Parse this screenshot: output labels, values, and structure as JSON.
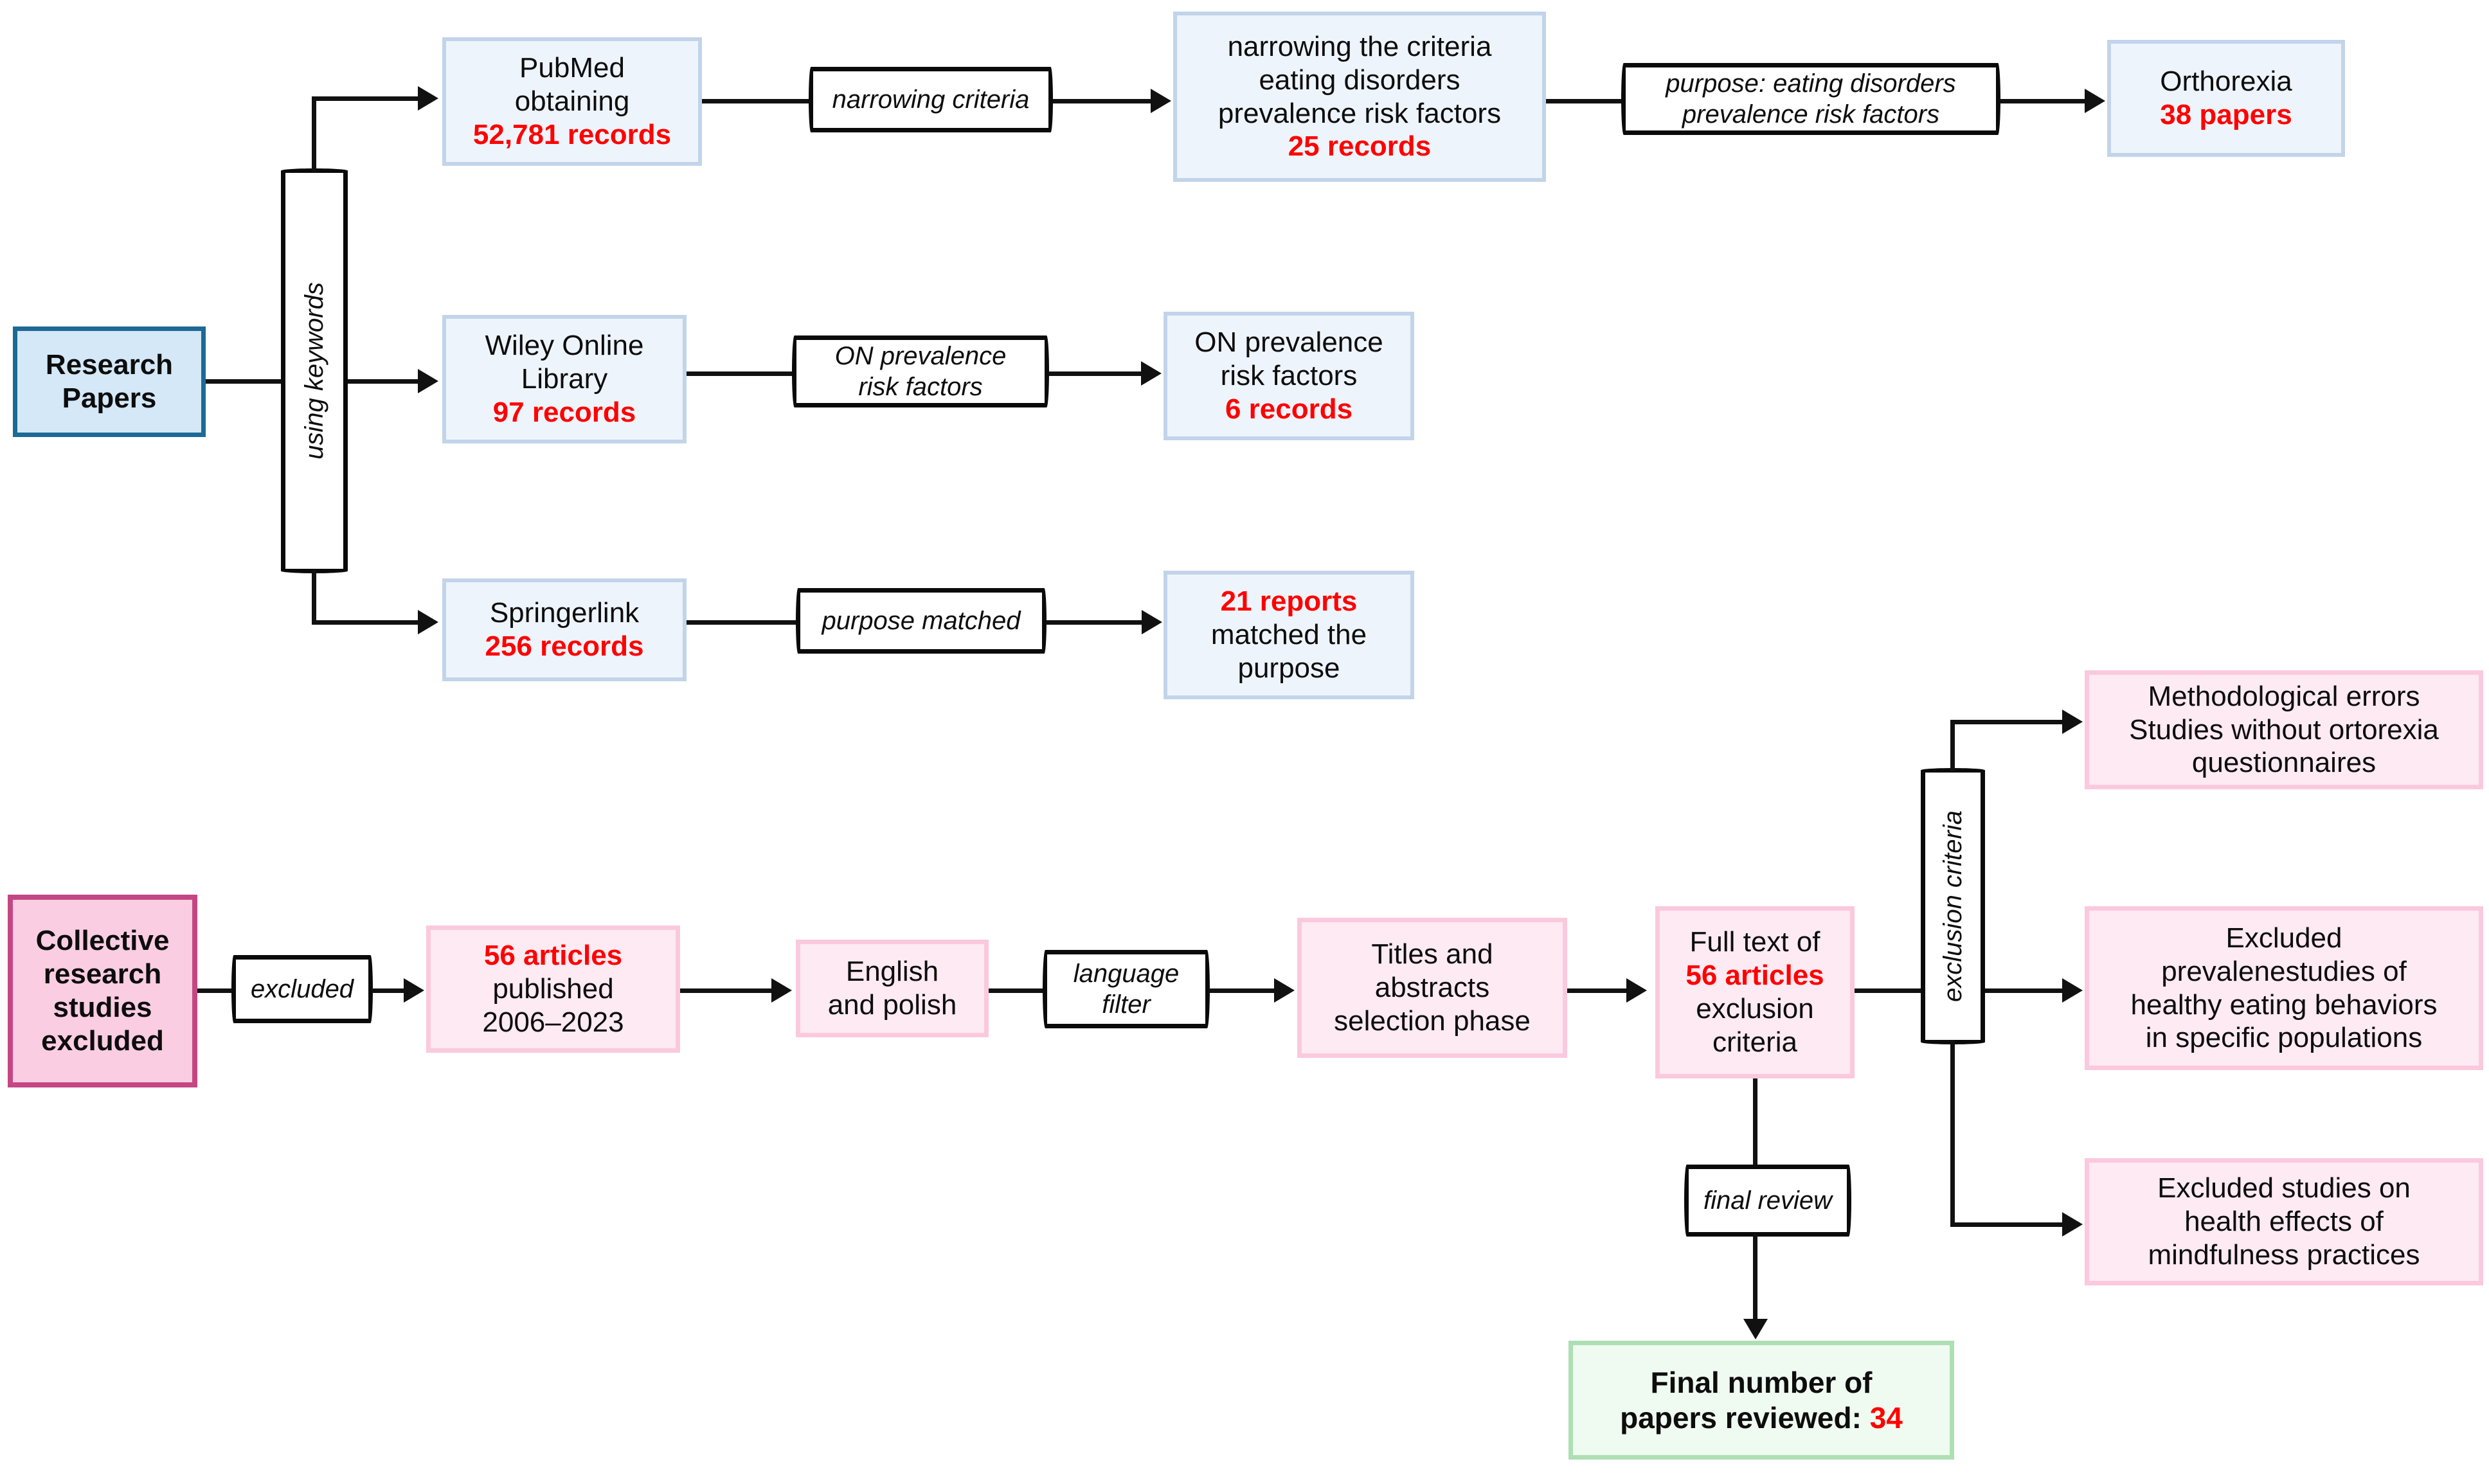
{
  "diagram": {
    "title": "PRISMA-style literature search and selection flowchart",
    "colors": {
      "blue_fill": "#eef4fb",
      "blue_border": "#c2d4ea",
      "blue_strong_fill": "#d4e8f7",
      "blue_strong_border": "#1d6a96",
      "pink_fill": "#fdeaf3",
      "pink_border": "#fbc9de",
      "pink_strong_fill": "#fbcde2",
      "pink_strong_border": "#c44784",
      "green_fill": "#effaf0",
      "green_border": "#aedfb4",
      "accent_red": "#ff0000",
      "connector": "#111111"
    }
  },
  "nodes": {
    "research_papers": {
      "line1": "Research",
      "line2": "Papers"
    },
    "using_keywords": {
      "label": "using keywords"
    },
    "pubmed": {
      "line1": "PubMed",
      "line2": "obtaining",
      "line3": "52,781 records"
    },
    "narrowing_criteria": {
      "label": "narrowing criteria"
    },
    "narrowed": {
      "line1": "narrowing the criteria",
      "line2": "eating disorders",
      "line3": "prevalence risk factors",
      "line4": "25 records"
    },
    "purpose_eating": {
      "line1": "purpose: eating disorders",
      "line2": "prevalence risk factors"
    },
    "orthorexia": {
      "line1": "Orthorexia",
      "line2": "38 papers"
    },
    "wiley": {
      "line1": "Wiley Online",
      "line2": "Library",
      "line3": "97 records"
    },
    "on_prevalence_filter": {
      "line1": "ON prevalence",
      "line2": "risk factors"
    },
    "on_prevalence_result": {
      "line1": "ON prevalence",
      "line2": "risk factors",
      "line3": "6 records"
    },
    "springerlink": {
      "line1": "Springerlink",
      "line2": "256 records"
    },
    "purpose_matched": {
      "label": "purpose matched"
    },
    "matched_purpose": {
      "line1": "21 reports",
      "line2": "matched the",
      "line3": "purpose"
    },
    "collective_excluded": {
      "line1": "Collective",
      "line2": "research",
      "line3": "studies",
      "line4": "excluded"
    },
    "excluded_label": {
      "label": "excluded"
    },
    "articles_published": {
      "line1": "56 articles",
      "line2": "published",
      "line3": "2006–2023"
    },
    "english_polish": {
      "line1": "English",
      "line2": "and polish"
    },
    "language_filter": {
      "line1": "language",
      "line2": "filter"
    },
    "titles_abstracts": {
      "line1": "Titles and",
      "line2": "abstracts",
      "line3": "selection phase"
    },
    "full_text": {
      "line1": "Full text of",
      "line2": "56 articles",
      "line3": "exclusion",
      "line4": "criteria"
    },
    "exclusion_criteria": {
      "label": "exclusion criteria"
    },
    "exclusion_1": {
      "line1": "Methodological errors",
      "line2": "Studies without ortorexia",
      "line3": "questionnaires"
    },
    "exclusion_2": {
      "line1": "Excluded",
      "line2": "prevalenestudies of",
      "line3": "healthy eating behaviors",
      "line4": "in specific populations"
    },
    "exclusion_3": {
      "line1": "Excluded studies on",
      "line2": "health effects of",
      "line3": "mindfulness practices"
    },
    "final_review": {
      "label": "final review"
    },
    "final_result": {
      "line1": "Final number of",
      "line2_text": "papers reviewed: ",
      "line2_num": "34"
    }
  }
}
